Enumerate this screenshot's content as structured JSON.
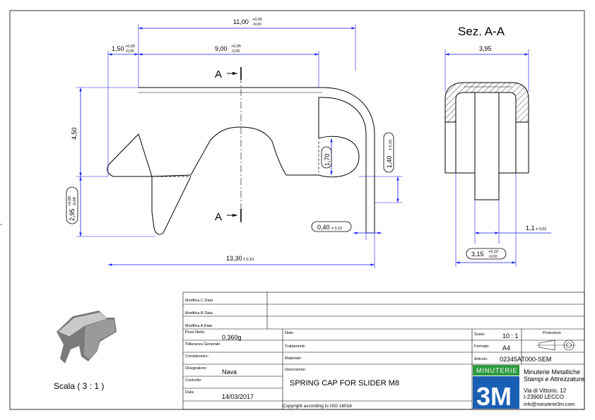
{
  "section_title": "Sez. A-A",
  "section_marker": "A",
  "dimensions": {
    "overall_top": {
      "value": "11,00",
      "tol_upper": "+0,05",
      "tol_lower": "-0,00"
    },
    "inner_width": {
      "value": "9,00",
      "tol_upper": "+0,05",
      "tol_lower": "-0,00"
    },
    "left_offset": {
      "value": "1,50",
      "tol_upper": "+0,00",
      "tol_lower": "-0,05"
    },
    "height": {
      "value": "4,50"
    },
    "lower_height": {
      "value": "2,95",
      "tol_upper": "+0,00",
      "tol_lower": "-0,08"
    },
    "slot_height": {
      "value": "1,70"
    },
    "thickness": {
      "value": "1,40",
      "tol": "± 0,10"
    },
    "wall": {
      "value": "0,40",
      "tol": "± 0,10"
    },
    "overall_bottom": {
      "value": "13,30",
      "tol": "± 0,10"
    },
    "section_width": {
      "value": "3,95"
    },
    "section_thickness": {
      "value": "1,1",
      "tol": "± 0,02"
    },
    "section_inner": {
      "value": "3,15",
      "tol_upper": "+0,10",
      "tol_lower": "-0,00"
    }
  },
  "iso_view": {
    "scale_label": "Scala ( 3 : 1 )"
  },
  "title_block": {
    "revisions": [
      "Modifica C Data",
      "Modifica B Data",
      "Modifica A Data"
    ],
    "peso_label": "Peso Netto:",
    "peso_value": "0.360g",
    "tolleranza_label": "Tolleranza Generale:",
    "complessivo_label": "Complessivo:",
    "disegnatore_label": "Disegnatore:",
    "disegnatore_value": "Nava",
    "controllo_label": "Controllo:",
    "data_label": "Data:",
    "data_value": "14/03/2017",
    "note_label": "Note:",
    "trattamenti_label": "Trattamenti:",
    "materiale_label": "Materiale:",
    "descrizione_label": "Descrizione:",
    "descrizione_value": "SPRING CAP FOR SLIDER M8",
    "scala_label": "Scala:",
    "scala_value": "10 : 1",
    "proiezione_label": "Proiezione",
    "formato_label": "Formato:",
    "formato_value": "A4",
    "articolo_label": "Articolo:",
    "articolo_value": "02345AT000-SEM",
    "copyright": "Copyright according to ISO 16016"
  },
  "company": {
    "banner": "MINUTERIE",
    "name_line1": "Minuterie Metalliche",
    "name_line2": "Stampi e Attrezzature",
    "logo": "3M",
    "address_line1": "Via di Vittorio, 12",
    "address_line2": "I-23900 LECCO",
    "email": "info@minuterie3m.com",
    "colors": {
      "banner_green": "#2e9a3e",
      "logo_blue": "#1a5fb4"
    }
  }
}
